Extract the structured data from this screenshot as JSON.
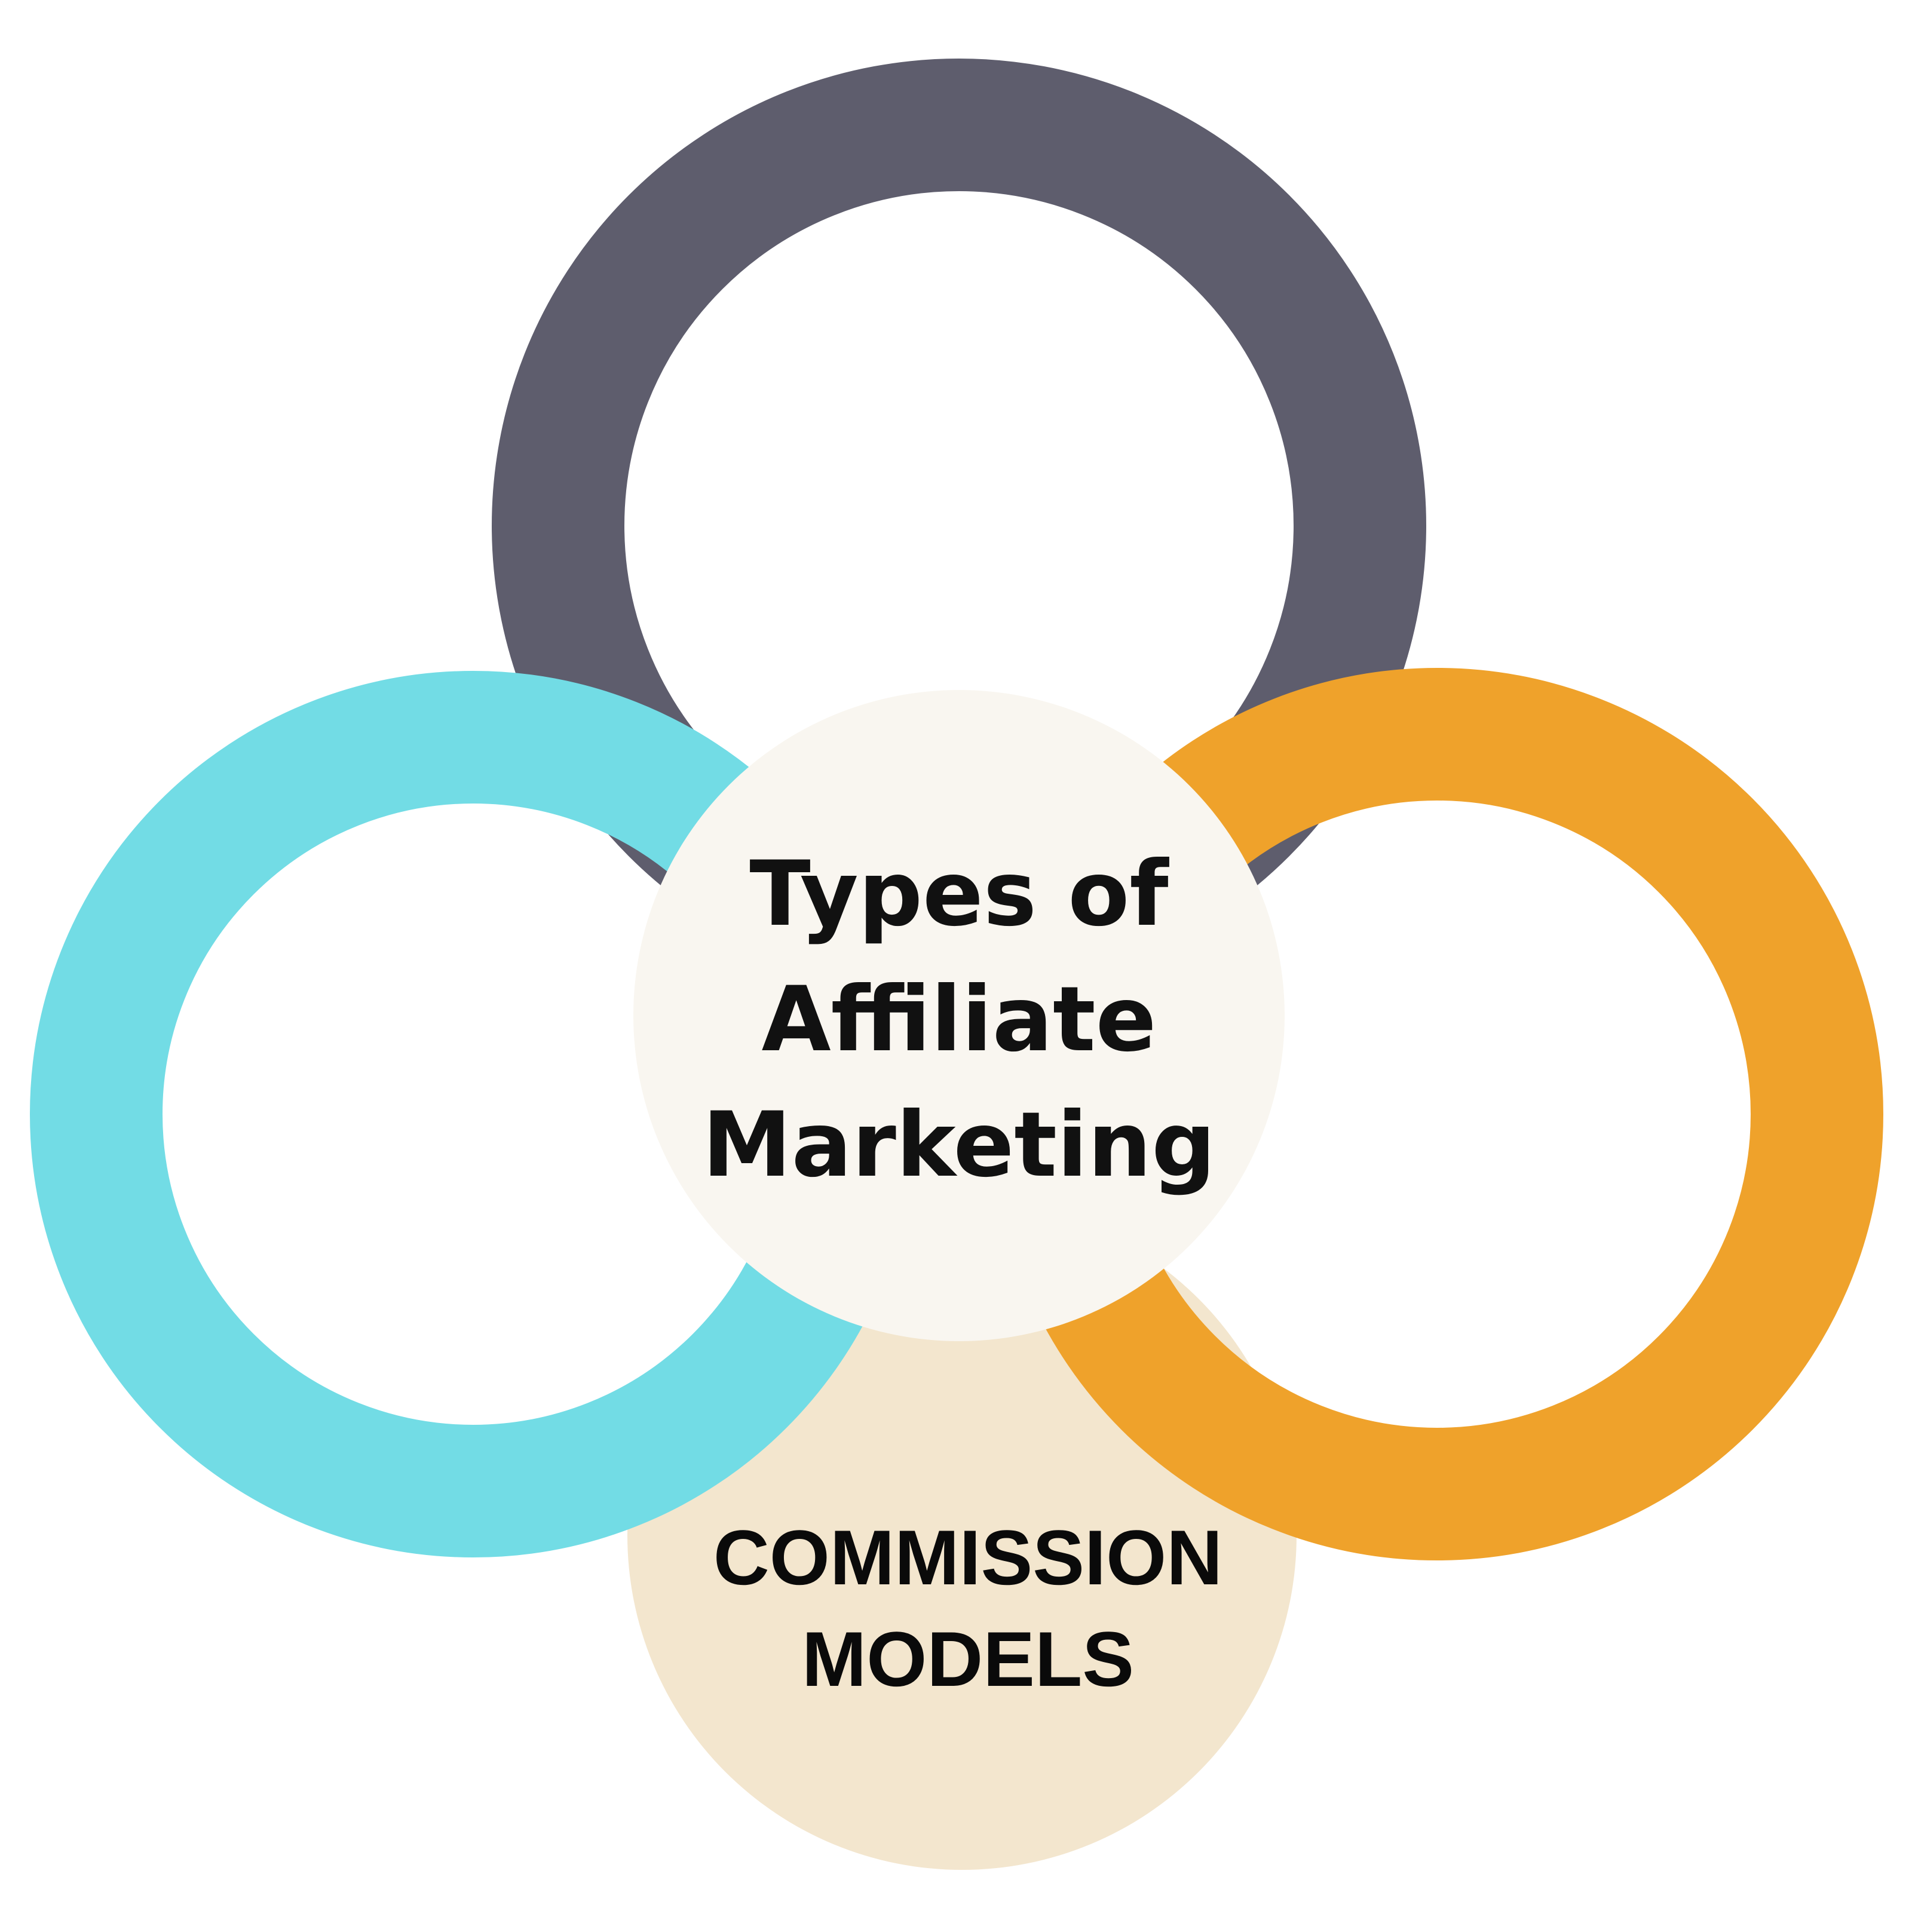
{
  "diagram": {
    "center": {
      "lines": [
        "Types of",
        "Affiliate",
        "Marketing"
      ]
    },
    "bottom": {
      "lines": [
        "COMMISSION",
        "MODELS"
      ]
    }
  },
  "colors": {
    "top_ring": "#5e5d6d",
    "left_ring": "#72dce5",
    "right_ring": "#efa22b",
    "center_circle": "#f9f6f0",
    "bottom_circle": "#f3e6ce",
    "text": "#111111"
  }
}
